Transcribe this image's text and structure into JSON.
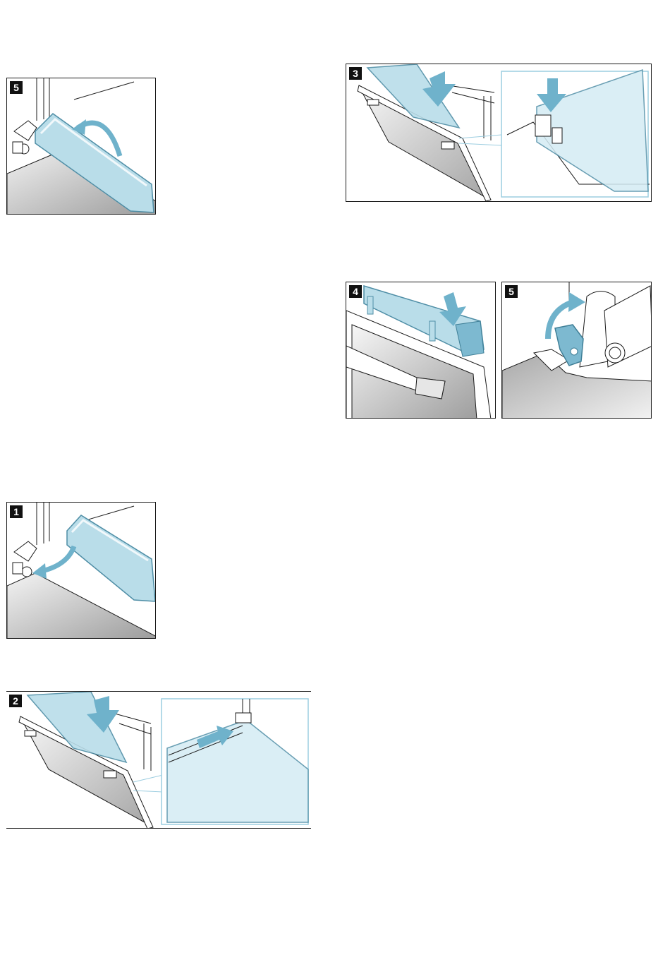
{
  "figures": [
    {
      "id": "fig-top-left",
      "step": "5"
    },
    {
      "id": "fig-top-right",
      "step": "3"
    },
    {
      "id": "fig-mid-right-a",
      "step": "4"
    },
    {
      "id": "fig-mid-right-b",
      "step": "5"
    },
    {
      "id": "fig-lower-left-a",
      "step": "1"
    },
    {
      "id": "fig-lower-left-b",
      "step": "2"
    }
  ],
  "colors": {
    "glass": "#b9dde9",
    "glass_stroke": "#4f8ea6",
    "arrow": "#6fb2cb",
    "line": "#1a1a1a",
    "shade_dark": "#9a9a9a",
    "shade_light": "#f2f2f2"
  },
  "icons": [
    "arrow-curved-icon",
    "arrow-down-icon",
    "arrow-right-icon"
  ]
}
